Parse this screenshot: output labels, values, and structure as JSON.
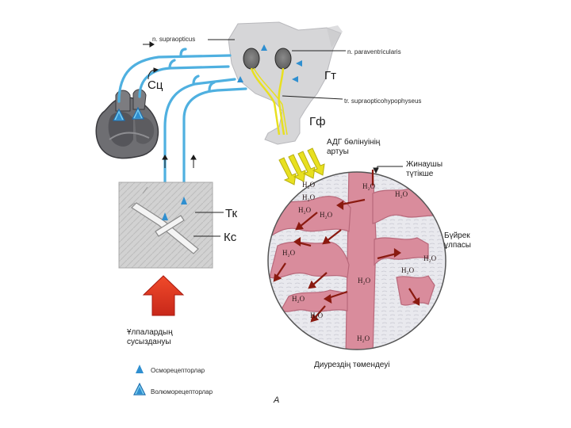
{
  "labels": {
    "n_supraopticus": "n. supraopticus",
    "n_paraventricularis": "n. paraventricularis",
    "gt": "Гт",
    "tr_supraopticohypophyseus": "tr. supraopticohypophyseus",
    "gf": "Гф",
    "sc": "Сц",
    "tk": "Тк",
    "ks": "Кс",
    "adh_line1": "АДГ бөлінуінің",
    "adh_line2": "артуы",
    "zhinaush_line1": "Жинаушы",
    "zhinaush_line2": "түтікше",
    "buirek_line1": "Бүйрек",
    "buirek_line2": "ұлпасы",
    "tissue_line1": "Ұлпалардың",
    "tissue_line2": "сусыздануы",
    "diuresis": "Диурездің төмендеуі",
    "figure_letter": "А"
  },
  "water_label": "H₂O",
  "legend": [
    {
      "icon": "osmoreceptor-icon",
      "label": "Осморецепторлар"
    },
    {
      "icon": "volumoreceptor-icon",
      "label": "Волюморецепторлар"
    }
  ],
  "colors": {
    "nerve_blue": "#4fb0e0",
    "receptor_blue": "#2f8fd0",
    "tract_yellow": "#e8e020",
    "arrow_red": "#e23a22",
    "kidney_pink": "#d98c9c",
    "kidney_bg": "#e8e8ec",
    "water_arrow": "#8a1a10",
    "tissue_gray": "#cfcfcf"
  }
}
